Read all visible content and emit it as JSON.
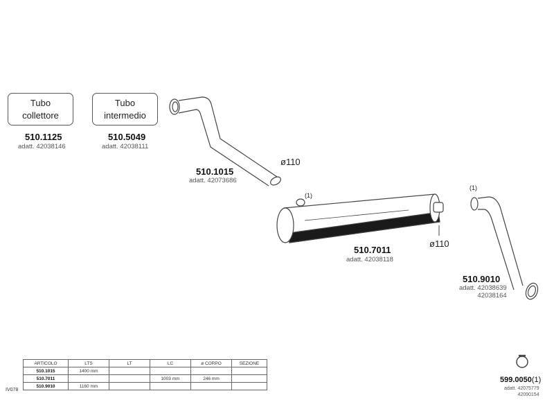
{
  "boxes": [
    {
      "line1": "Tubo",
      "line2": "collettore"
    },
    {
      "line1": "Tubo",
      "line2": "intermedio"
    }
  ],
  "parts": {
    "p1": {
      "number": "510.1125",
      "adatt": "adatt. 42038146"
    },
    "p2": {
      "number": "510.5049",
      "adatt": "adatt. 42038111"
    },
    "p3": {
      "number": "510.1015",
      "adatt": "adatt. 42073686"
    },
    "p4": {
      "number": "510.7011",
      "adatt": "adatt. 42038118"
    },
    "p5": {
      "number": "510.9010",
      "adatt1": "adatt. 42038639",
      "adatt2": "42038164"
    },
    "p6": {
      "number": "599.0050",
      "suffix": "(1)",
      "adatt1": "adatt. 42075779",
      "adatt2": "42090154"
    }
  },
  "dimensions": {
    "pipe": "ø110",
    "muffler": "ø110"
  },
  "notes": {
    "muffler": "(1)",
    "tail": "(1)"
  },
  "table": {
    "headers": [
      "ARTICOLO",
      "LTS",
      "LT",
      "LC",
      "ø CORPO",
      "SEZIONE"
    ],
    "rows": [
      [
        "510.1015",
        "1400 mm",
        "",
        "",
        "",
        ""
      ],
      [
        "510.7011",
        "",
        "",
        "1003 mm",
        "246 mm",
        ""
      ],
      [
        "510.9010",
        "1160 mm",
        "",
        "",
        "",
        ""
      ]
    ]
  },
  "vehicle_code": "IV078"
}
